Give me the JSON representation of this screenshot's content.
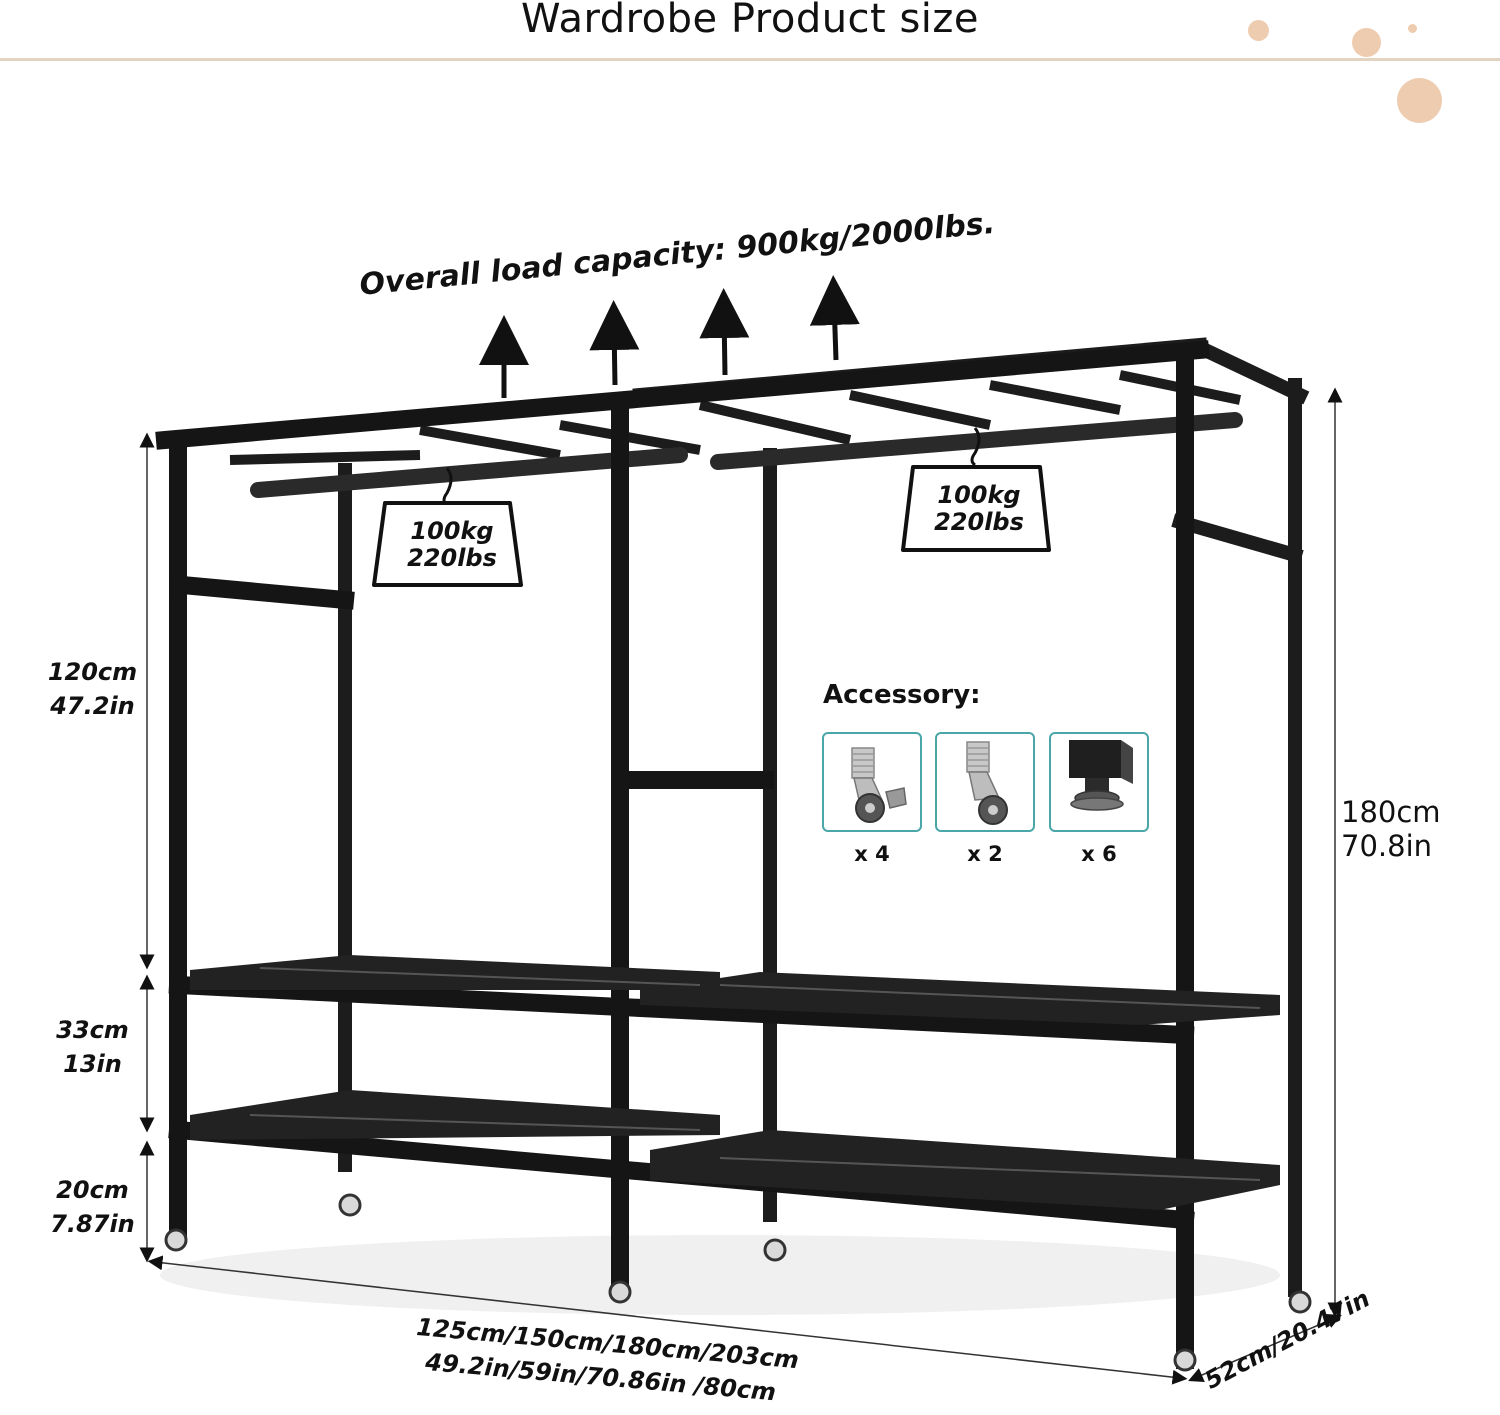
{
  "header": {
    "title": "Wardrobe Product size"
  },
  "colors": {
    "accent_rule": "#e3d3c1",
    "dot": "#eeccb0",
    "frame": "#151515",
    "accessory_border": "#4aa6a8"
  },
  "capacity": {
    "label": "Overall load capacity: 900kg/2000lbs."
  },
  "hanging_loads": [
    {
      "kg": "100kg",
      "lbs": "220lbs"
    },
    {
      "kg": "100kg",
      "lbs": "220lbs"
    }
  ],
  "dimensions": {
    "hanging_height": {
      "cm": "120cm",
      "in": "47.2in"
    },
    "shelf_gap": {
      "cm": "33cm",
      "in": "13in"
    },
    "bottom_clearance": {
      "cm": "20cm",
      "in": "7.87in"
    },
    "total_height": {
      "cm": "180cm",
      "in": "70.8in"
    },
    "width": {
      "cm": "125cm/150cm/180cm/203cm",
      "in": "49.2in/59in/70.86in /80cm"
    },
    "depth": "52cm/20.47in"
  },
  "accessory": {
    "title": "Accessory:",
    "items": [
      {
        "icon": "brake-caster-wheel-icon",
        "qty": "x 4"
      },
      {
        "icon": "caster-wheel-icon",
        "qty": "x 2"
      },
      {
        "icon": "adjustable-foot-icon",
        "qty": "x 6"
      }
    ]
  }
}
